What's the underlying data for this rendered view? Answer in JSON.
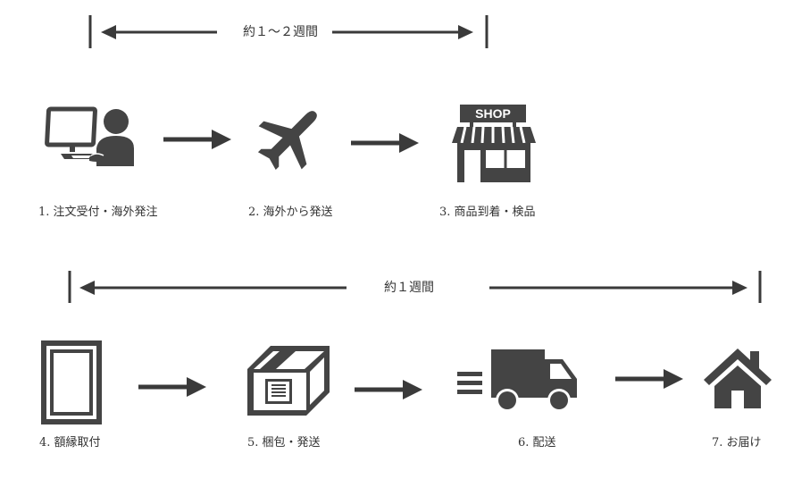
{
  "timeline_top": {
    "label": "約１～２週間"
  },
  "timeline_bottom": {
    "label": "約１週間"
  },
  "steps": [
    {
      "label": "1. 注文受付・海外発注",
      "icon": "computer-user-icon"
    },
    {
      "label": "2. 海外から発送",
      "icon": "airplane-icon"
    },
    {
      "label": "3. 商品到着・検品",
      "icon": "shop-icon",
      "sign": "SHOP"
    },
    {
      "label": "4. 額縁取付",
      "icon": "frame-icon"
    },
    {
      "label": "5. 梱包・発送",
      "icon": "box-icon"
    },
    {
      "label": "6. 配送",
      "icon": "truck-icon"
    },
    {
      "label": "7. お届け",
      "icon": "house-icon"
    }
  ],
  "colors": {
    "ink": "#3a3a3a",
    "icon": "#444444"
  }
}
